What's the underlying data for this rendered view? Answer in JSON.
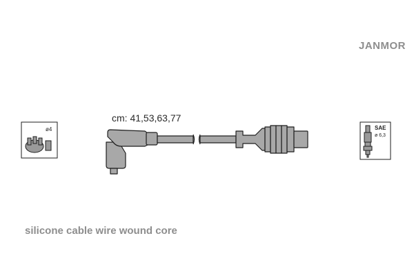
{
  "brand": "JANMOR",
  "lengths_label": "cm: 41,53,63,77",
  "description": "silicone cable wire wound core",
  "distributor_icon": {
    "icon": "distributor-cap-icon",
    "label": "ø4"
  },
  "plug_icon": {
    "icon": "spark-plug-icon",
    "standard": "SAE",
    "size": "ø 6,3"
  },
  "colors": {
    "cable_fill": "#a8a8a8",
    "outline": "#1e1e1e",
    "text_gray": "#8e8e8e"
  }
}
